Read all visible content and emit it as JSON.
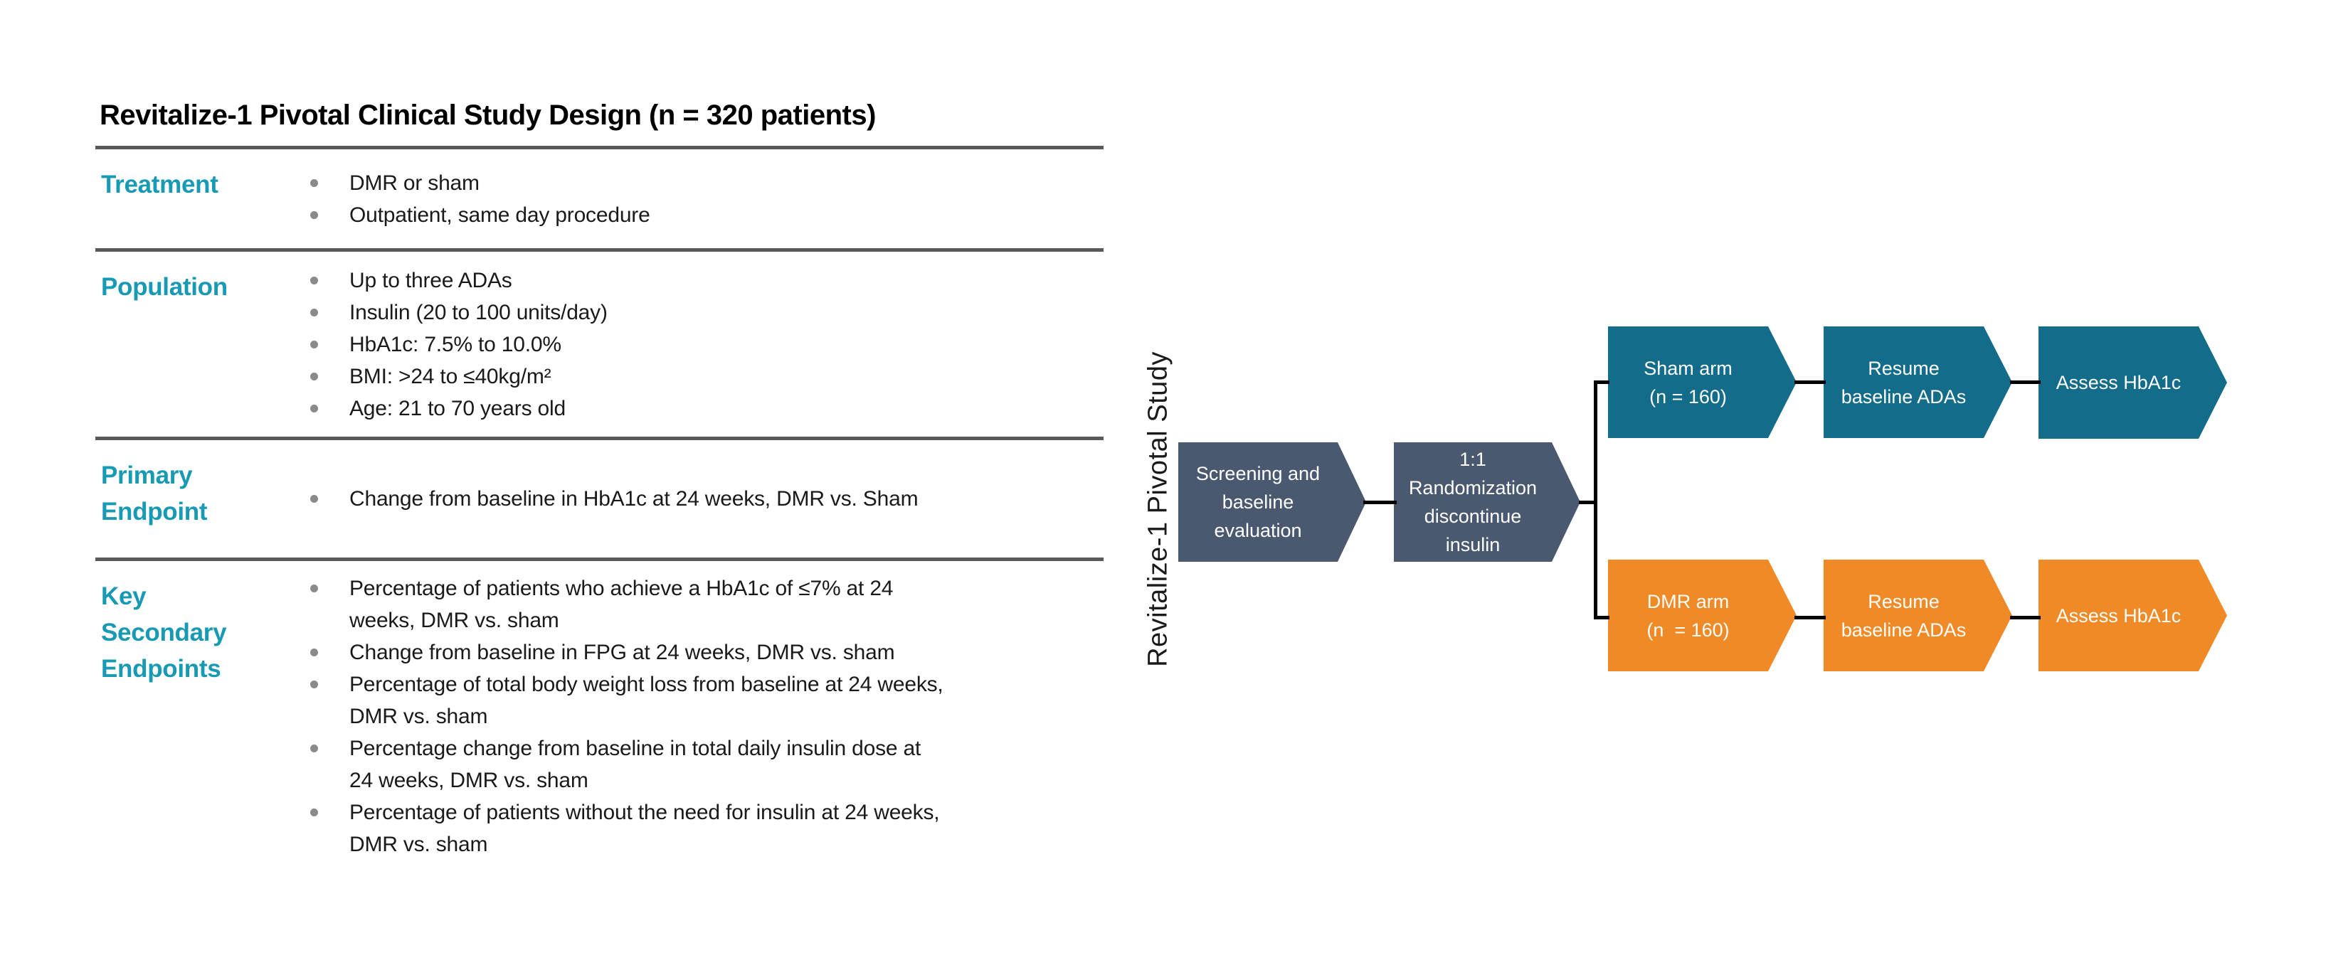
{
  "table": {
    "title": "Revitalize-1 Pivotal Clinical Study Design (n = 320 patients)",
    "rows": [
      {
        "label": "Treatment",
        "bullets": [
          "DMR or sham",
          "Outpatient, same day procedure"
        ]
      },
      {
        "label": "Population",
        "bullets": [
          "Up to three ADAs",
          "Insulin (20 to 100 units/day)",
          "HbA1c: 7.5% to 10.0%",
          "BMI: >24 to ≤40kg/m²",
          "Age: 21 to 70 years old"
        ]
      },
      {
        "label": "Primary\nEndpoint",
        "bullets": [
          "Change from baseline in HbA1c at 24 weeks, DMR vs. Sham"
        ]
      },
      {
        "label": "Key\nSecondary\nEndpoints",
        "bullets": [
          "Percentage of patients who achieve a HbA1c of ≤7% at 24\nweeks, DMR vs. sham",
          "Change from baseline in FPG at 24 weeks, DMR vs. sham",
          "Percentage of total body weight loss from baseline at 24 weeks,\nDMR vs. sham",
          "Percentage change from baseline in total daily insulin dose at\n24 weeks, DMR vs. sham",
          "Percentage of patients without the need for insulin at 24 weeks,\nDMR vs. sham"
        ]
      }
    ]
  },
  "flowchart": {
    "side_label": "Revitalize-1 Pivotal Study",
    "entry_nodes": [
      {
        "label": "Screening and\nbaseline\nevaluation"
      },
      {
        "label": "1:1\nRandomization\ndiscontinue\ninsulin"
      }
    ],
    "sham_arm_nodes": [
      {
        "label": "Sham arm\n(n = 160)"
      },
      {
        "label": "Resume\nbaseline ADAs"
      },
      {
        "label": "Assess HbA1c"
      }
    ],
    "dmr_arm_nodes": [
      {
        "label": "DMR arm\n(n  = 160)"
      },
      {
        "label": "Resume\nbaseline ADAs"
      },
      {
        "label": "Assess HbA1c"
      }
    ],
    "colors": {
      "entry_arrow": "#4a5870",
      "sham_arrow": "#146c8b",
      "dmr_arrow": "#f08a26",
      "connector": "#000000",
      "table_label_accent": "#1899b4",
      "table_rule": "#5a5a5a"
    }
  }
}
